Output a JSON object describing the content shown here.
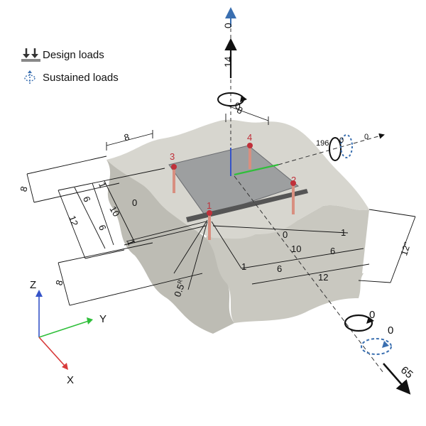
{
  "legend": {
    "design_loads_label": "Design loads",
    "sustained_loads_label": "Sustained loads",
    "design_loads_icon": "down-arrows-icon",
    "sustained_loads_icon": "dashed-rotation-arrows-icon"
  },
  "loads": {
    "axial_top_sustained": "0",
    "axial_top_design": "14",
    "moment_top_design": "0",
    "moment_right_design": "196",
    "moment_right_sustained": "0",
    "right_axis_value": "0",
    "moment_bottom_design": "0",
    "moment_bottom_sustained": "0",
    "bottom_axis_value": "65"
  },
  "points": [
    "1",
    "2",
    "3",
    "4"
  ],
  "dimensions": {
    "top_plate_width": "8",
    "top_plate_depth": "8",
    "left_offset": "8",
    "left_6a": "6",
    "left_12": "12",
    "left_6b": "6",
    "left_10": "10",
    "center_0": "0",
    "left_1a": "1",
    "left_1b": "1",
    "lower_left_8": "8",
    "radius": "0.5",
    "radius_sup": "R",
    "front_0": "0",
    "front_1": "1",
    "front_10": "10",
    "front_6a": "6",
    "front_1b": "1",
    "front_6b": "6",
    "front_12": "12",
    "thickness": "12\""
  },
  "axes": {
    "z": "Z",
    "y": "Y",
    "x": "X"
  },
  "colors": {
    "concrete_top": "#d7d6cf",
    "concrete_side": "#c9c8c0",
    "plate": "#8a8c90",
    "anchor": "#d88f80",
    "point_label": "#c0303a",
    "axis_z": "#3553c8",
    "axis_y": "#2fbf3a",
    "axis_x": "#d83a3a",
    "sustained": "#3a6fb0"
  }
}
